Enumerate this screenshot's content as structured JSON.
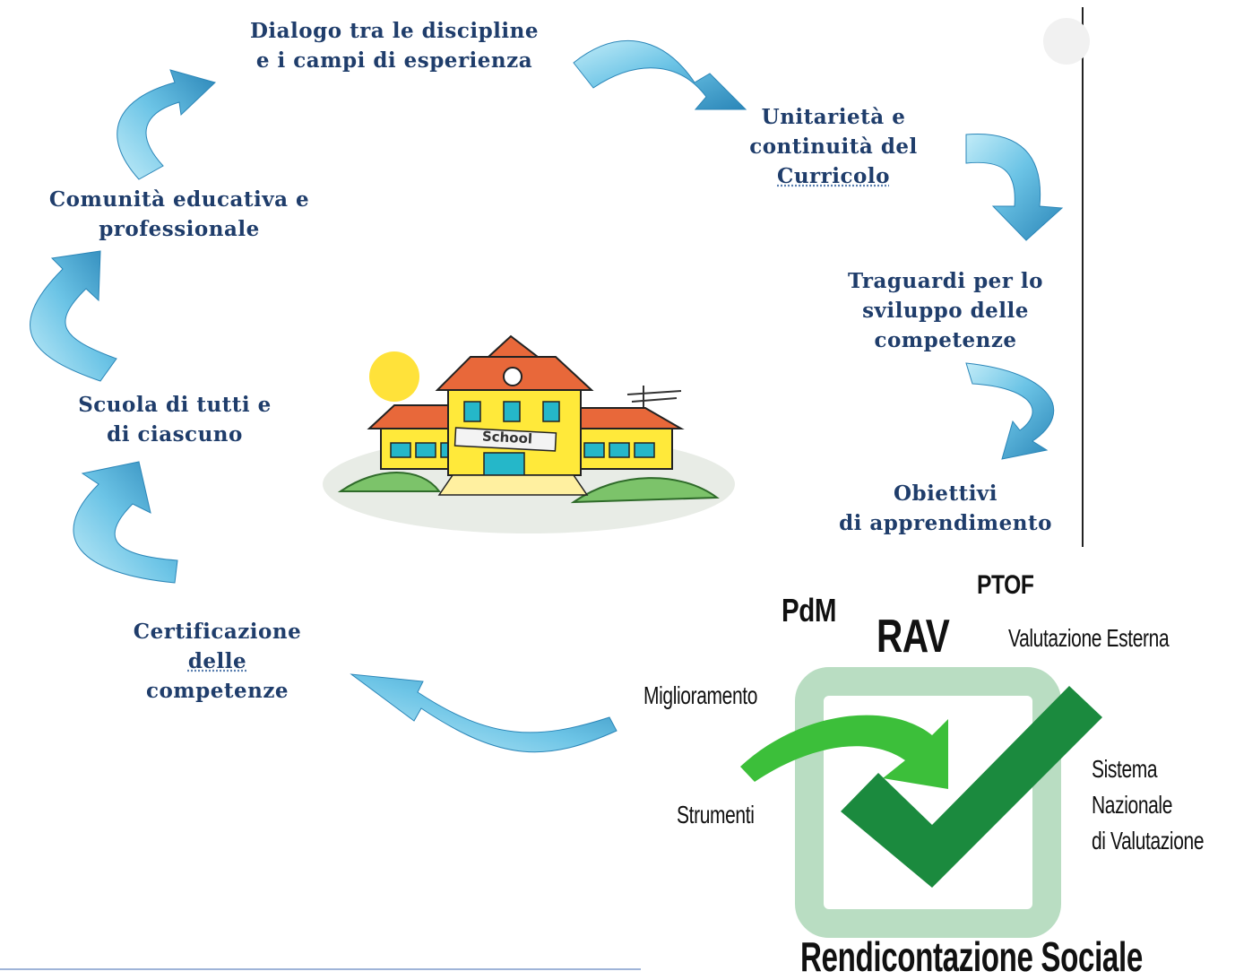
{
  "cycle": {
    "dialogo": [
      "Dialogo tra le discipline",
      "e i campi di esperienza"
    ],
    "unitarieta": [
      "Unitarietà e",
      "continuità del",
      "Curricolo"
    ],
    "traguardi": [
      "Traguardi per lo",
      "sviluppo delle",
      "competenze"
    ],
    "obiettivi": [
      "Obiettivi",
      "di apprendimento"
    ],
    "certificazione": [
      "Certificazione",
      "delle",
      "competenze"
    ],
    "scuola": [
      "Scuola di tutti e",
      "di ciascuno"
    ],
    "comunita": [
      "Comunità educativa e",
      "professionale"
    ]
  },
  "school_sign": "School",
  "evaluation": {
    "ptof": "PTOF",
    "pdm": "PdM",
    "rav": "RAV",
    "valutazione_esterna": "Valutazione Esterna",
    "miglioramento": "Miglioramento",
    "strumenti": "Strumenti",
    "snv": [
      "Sistema",
      "Nazionale",
      "di Valutazione"
    ],
    "rendicontazione": "Rendicontazione Sociale"
  },
  "colors": {
    "arrow_light": "#8fd6ee",
    "arrow_dark": "#2f8fbf",
    "label_text": "#1f3d6b",
    "check_dark": "#1b8a3e",
    "check_light_arrow": "#3cbf3a",
    "box_green": "#b9ddc2"
  }
}
